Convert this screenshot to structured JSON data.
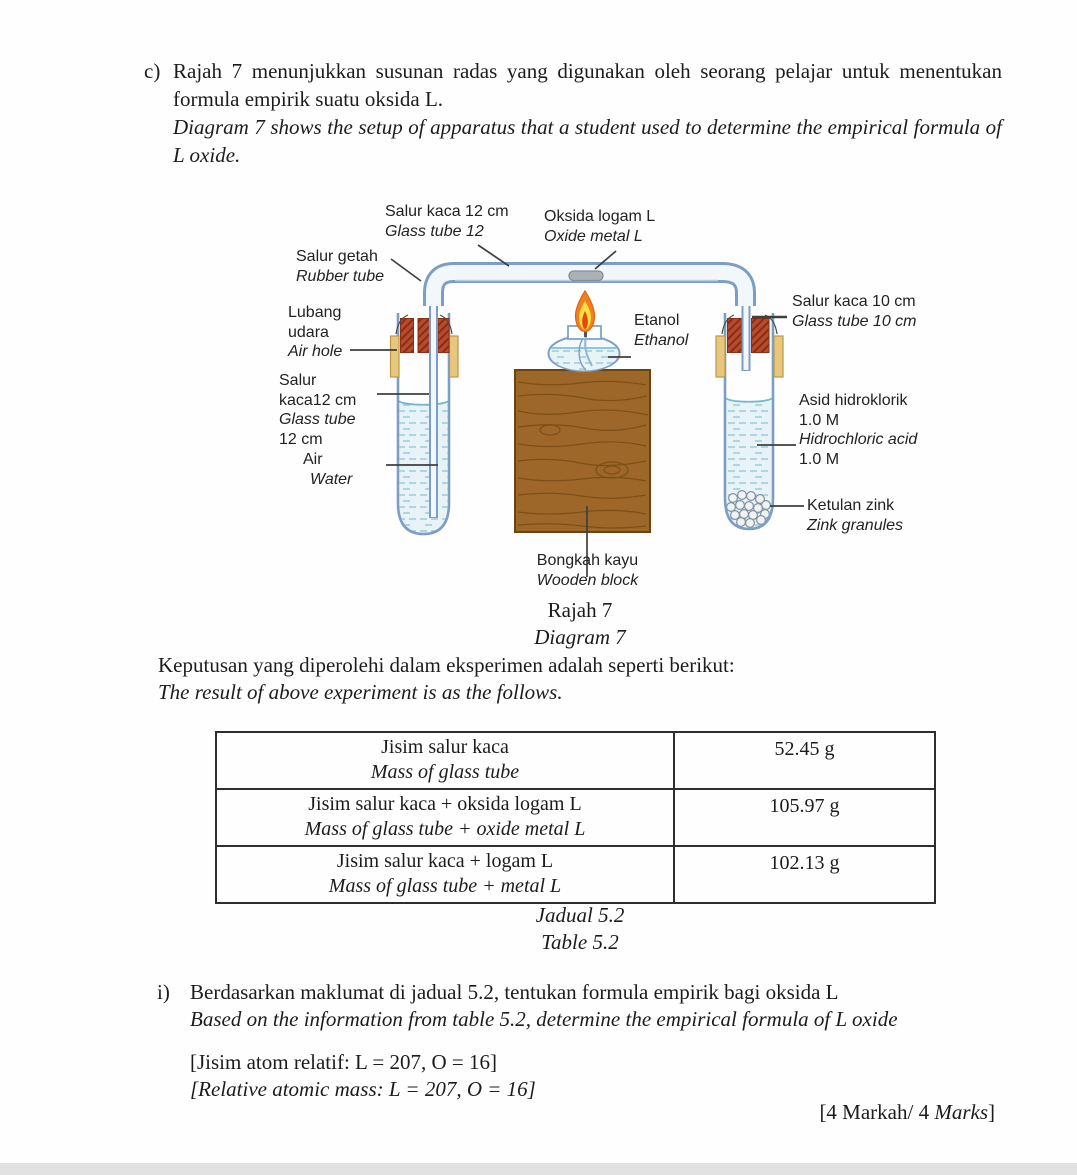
{
  "question_c": {
    "marker": "c)",
    "malay": "Rajah 7 menunjukkan susunan radas yang digunakan oleh seorang pelajar untuk menentukan formula empirik suatu oksida L.",
    "english": "Diagram 7 shows the setup of apparatus that a student used to determine the empirical formula of L oxide."
  },
  "diagram": {
    "labels": {
      "glass_tube_12_top": [
        "Salur kaca 12 cm",
        "Glass tube 12"
      ],
      "oxide_metal": [
        "Oksida logam L",
        "Oxide metal L"
      ],
      "rubber_tube": [
        "Salur getah",
        "Rubber tube"
      ],
      "air_hole": [
        "Lubang",
        "udara",
        "Air hole"
      ],
      "glass_tube_12_left": [
        "Salur",
        "kaca12 cm",
        "Glass tube",
        "12 cm"
      ],
      "water": [
        "Air",
        "Water"
      ],
      "ethanol": [
        "Etanol",
        "Ethanol"
      ],
      "glass_tube_10": [
        "Salur kaca 10 cm",
        "Glass tube 10 cm"
      ],
      "acid": [
        "Asid hidroklorik",
        "1.0 M",
        "Hidrochloric acid",
        "1.0 M"
      ],
      "zinc": [
        "Ketulan zink",
        "Zink granules"
      ],
      "wooden_block": [
        "Bongkah kayu",
        "Wooden block"
      ],
      "caption_my": "Rajah 7",
      "caption_en": "Diagram 7"
    }
  },
  "results_intro": {
    "malay": "Keputusan yang diperolehi dalam eksperimen adalah seperti berikut:",
    "english": "The result of above experiment is as the follows."
  },
  "table": {
    "rows": [
      {
        "my": "Jisim salur kaca",
        "en": "Mass of glass tube",
        "value": "52.45 g"
      },
      {
        "my": "Jisim salur kaca + oksida logam L",
        "en": "Mass of glass tube + oxide metal L",
        "value": "105.97 g"
      },
      {
        "my": "Jisim salur kaca + logam L",
        "en": "Mass of glass tube + metal L",
        "value": "102.13 g"
      }
    ],
    "caption_my": "Jadual 5.2",
    "caption_en": "Table 5.2"
  },
  "question_i": {
    "marker": "i)",
    "malay": "Berdasarkan maklumat di jadual 5.2, tentukan formula empirik bagi oksida L",
    "english": "Based on the information from table 5.2, determine the empirical formula of L oxide",
    "ram_my": "[Jisim atom relatif: L = 207, O = 16]",
    "ram_en": "[Relative atomic mass: L = 207, O = 16]",
    "marks_prefix": "[4 Markah/ 4 ",
    "marks_word": "Marks",
    "marks_suffix": "]"
  },
  "colors": {
    "tube_outline": "#7d9ec4",
    "tube_fill": "#f2f7fc",
    "stopper_red": "#b84a2e",
    "stopper_tan": "#e7c77e",
    "water_fill": "#e8f3f8",
    "wood_brown": "#9c6728",
    "flame_outer": "#f28020",
    "flame_inner": "#fddf43",
    "oxide_gray": "#abb1b9"
  }
}
